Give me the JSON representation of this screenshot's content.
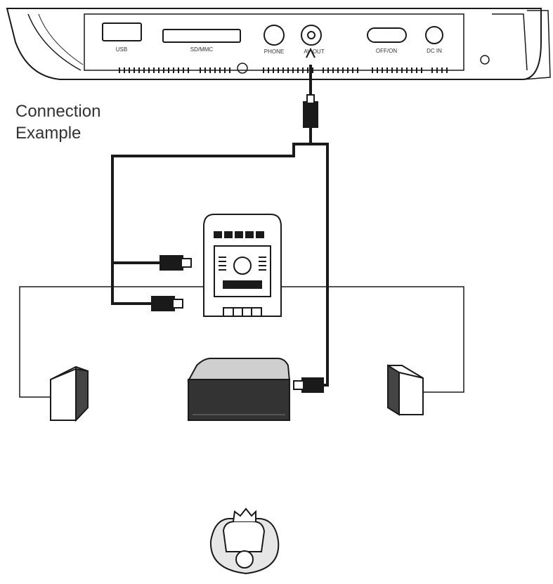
{
  "title": {
    "line1": "Connection",
    "line2": "Example"
  },
  "device_ports": {
    "usb": "USB",
    "sd": "SD/MMC",
    "phone": "PHONE",
    "av_out": "AV OUT",
    "power": "OFF/ON",
    "dc_in": "DC IN"
  },
  "colors": {
    "line": "#1a1a1a",
    "tv_body": "#333333",
    "tv_top": "#cfcfcf"
  },
  "icons": [
    "player-device",
    "rca-plug",
    "amplifier",
    "speaker",
    "tv",
    "listener"
  ]
}
